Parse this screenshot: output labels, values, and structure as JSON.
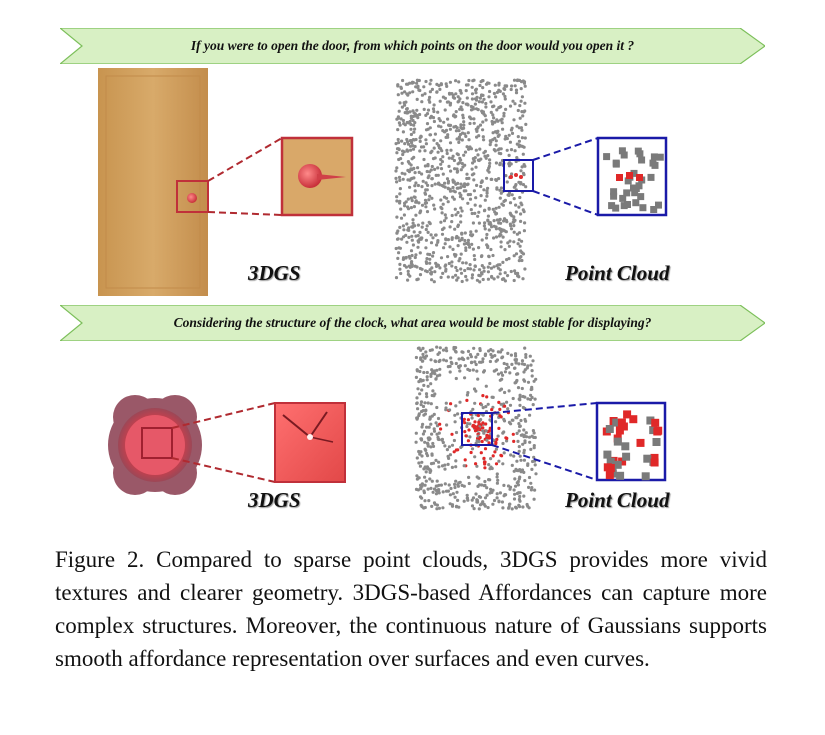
{
  "figure": {
    "rows": [
      {
        "question": "If you were to open the door, from which points on the door would you open it ?",
        "left_label": "3DGS",
        "right_label": "Point Cloud"
      },
      {
        "question": "Considering the structure of the clock, what area would be most stable for displaying?",
        "left_label": "3DGS",
        "right_label": "Point Cloud"
      }
    ],
    "colors": {
      "banner_fill": "#d8f0c4",
      "banner_stroke": "#7cbf5a",
      "gaussian_highlight": "#c0303a",
      "pointcloud_highlight": "#1a1aa8",
      "point_gray": "#8a8a8a",
      "door": "#d4a463"
    }
  },
  "caption": {
    "text": "Figure 2. Compared to sparse point clouds, 3DGS provides more vivid textures and clearer geometry. 3DGS-based Affordances can capture more complex structures.  Moreover, the continuous nature of Gaussians supports smooth affordance representation over surfaces and even curves."
  }
}
